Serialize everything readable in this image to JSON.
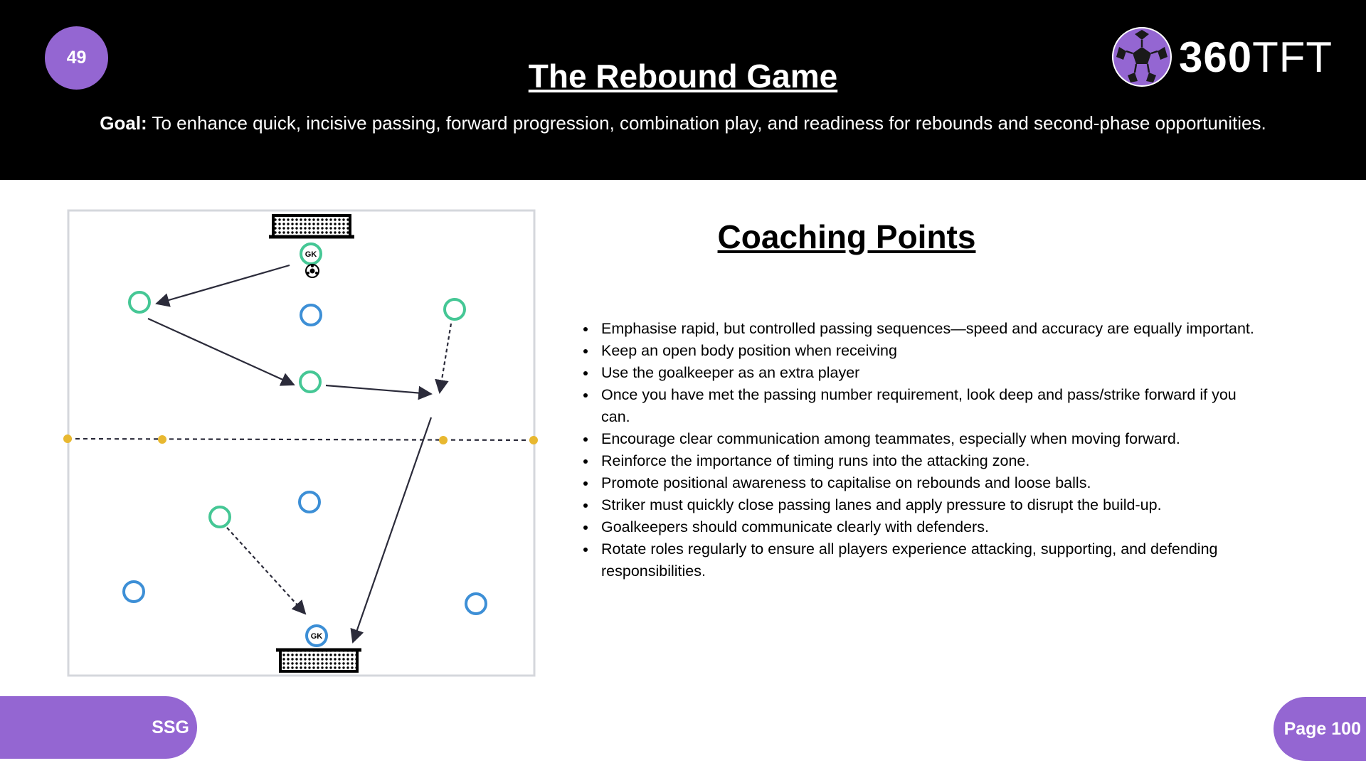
{
  "header": {
    "drill_number": "49",
    "title": "The Rebound Game",
    "goal_label": "Goal:",
    "goal_text": " To enhance quick, incisive passing, forward progression, combination play, and readiness for rebounds and second-phase opportunities."
  },
  "logo": {
    "text_bold": "360",
    "text_light": "TFT",
    "icon": "soccer-ball-icon",
    "accent": "#9466d2"
  },
  "diagram": {
    "goalkeeper_label": "GK",
    "team_colors": {
      "green": "#45c795",
      "blue": "#3d8fd6",
      "cone": "#e8b830"
    }
  },
  "coaching": {
    "title": "Coaching Points",
    "points": [
      "Emphasise rapid, but controlled passing sequences—speed and accuracy are equally important.",
      "Keep an open body position when receiving",
      "Use the goalkeeper as an extra player",
      "Once you have met the passing number requirement, look deep and pass/strike forward if you can.",
      "Encourage clear communication among teammates, especially when moving forward.",
      "Reinforce the importance of timing runs into the attacking zone.",
      "Promote positional awareness to capitalise on rebounds and loose balls.",
      "Striker must quickly close passing lanes and apply pressure to disrupt the build-up.",
      "Goalkeepers should communicate clearly with defenders.",
      "Rotate roles regularly to ensure all players experience attacking, supporting, and defending responsibilities."
    ]
  },
  "footer": {
    "category": "SSG",
    "page": "Page 100"
  }
}
